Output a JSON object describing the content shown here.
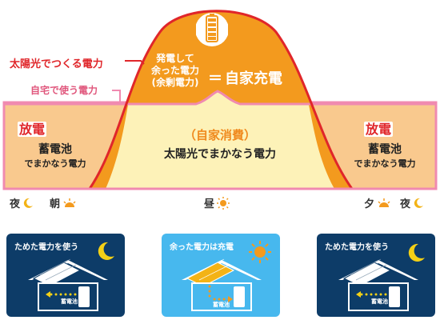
{
  "labels": {
    "solar_generated": "太陽光でつくる電力",
    "home_use": "自宅で使う電力",
    "surplus_line1": "発電して",
    "surplus_line2": "余った電力",
    "surplus_line3": "(余剰電力)",
    "equals": "＝",
    "self_charge": "自家充電",
    "self_consumption_title": "（自家消費）",
    "self_consumption_body": "太陽光でまかなう電力",
    "discharge_left": "放電",
    "battery_left_line1": "蓄電池",
    "battery_left_line2": "でまかなう電力",
    "discharge_right": "放電",
    "battery_right_line1": "蓄電池",
    "battery_right_line2": "でまかなう電力"
  },
  "times": {
    "night": "夜",
    "morning": "朝",
    "noon": "昼",
    "evening": "夕",
    "night2": "夜"
  },
  "cards": [
    {
      "title": "ためた電力を使う",
      "battery_label": "蓄電池"
    },
    {
      "title": "余った電力は充電",
      "battery_label": "蓄電池"
    },
    {
      "title": "ためた電力を使う",
      "battery_label": "蓄電池"
    }
  ],
  "colors": {
    "solar_curve": "#e0262a",
    "surplus_fill": "#f39a1e",
    "usage_fill": "#f9c98e",
    "self_use_fill": "#fdf2b8",
    "usage_border": "#f08ab0",
    "night_card": "#0d3c68",
    "day_card": "#47b8ee"
  }
}
